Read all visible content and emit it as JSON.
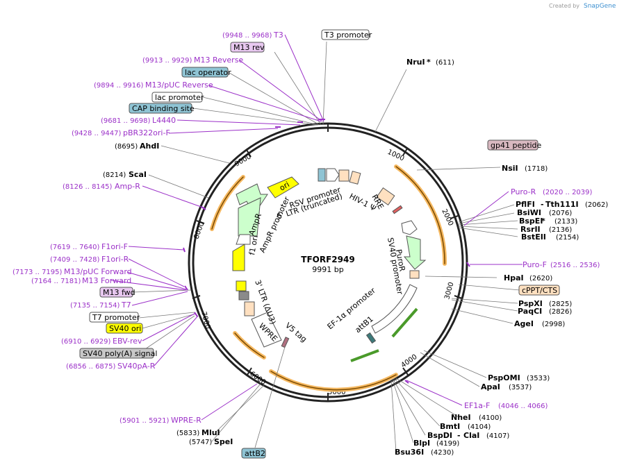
{
  "brand": {
    "created_by": "Created by",
    "name": "SnapGene"
  },
  "plasmid": {
    "name": "TFORF2949",
    "size": "9991 bp"
  },
  "ticks": [
    "1000",
    "2000",
    "3000",
    "4000",
    "5000",
    "6000",
    "7000",
    "8000",
    "9000"
  ],
  "sites": [
    {
      "name": "NruI",
      "star": " *",
      "coord": "(611)"
    },
    {
      "name": "NsiI",
      "coord": "(1718)"
    },
    {
      "name": "PflFI",
      "coord": "",
      "extra": "Tth111I",
      "extra_coord": "(2062)"
    },
    {
      "name": "BsiWI",
      "coord": "(2076)"
    },
    {
      "name": "BspEI",
      "star": " *",
      "coord": "(2133)"
    },
    {
      "name": "RsrII",
      "coord": "(2136)"
    },
    {
      "name": "BstEII",
      "coord": "(2154)"
    },
    {
      "name": "HpaI",
      "coord": "(2620)"
    },
    {
      "name": "PspXI",
      "coord": "(2825)"
    },
    {
      "name": "PaqCI",
      "coord": "(2826)"
    },
    {
      "name": "AgeI",
      "coord": "(2998)"
    },
    {
      "name": "PspOMI",
      "coord": "(3533)"
    },
    {
      "name": "ApaI",
      "coord": "(3537)"
    },
    {
      "name": "NheI",
      "coord": "(4100)"
    },
    {
      "name": "BmtI",
      "coord": "(4104)"
    },
    {
      "name": "BspDI",
      "coord": "",
      "extra": "ClaI",
      "extra_coord": "(4107)"
    },
    {
      "name": "BlpI",
      "coord": "(4199)"
    },
    {
      "name": "Bsu36I",
      "coord": "(4230)"
    },
    {
      "name": "MluI",
      "coord": "(5833)"
    },
    {
      "name": "SpeI",
      "coord": "(5747)"
    },
    {
      "name": "AhdI",
      "coord": "(8695)"
    },
    {
      "name": "ScaI",
      "coord": "(8214)"
    }
  ],
  "primers": [
    {
      "range": "(9948 .. 9968)",
      "name": "T3"
    },
    {
      "range": "(9913 .. 9929)",
      "name": "M13 Reverse"
    },
    {
      "range": "(9894 .. 9916)",
      "name": "M13/pUC Reverse"
    },
    {
      "range": "(9681 .. 9698)",
      "name": "L4440"
    },
    {
      "range": "(9428 .. 9447)",
      "name": "pBR322ori-F"
    },
    {
      "range": "(8126 .. 8145)",
      "name": "Amp-R"
    },
    {
      "range": "(7619 .. 7640)",
      "name": "F1ori-F"
    },
    {
      "range": "(7409 .. 7428)",
      "name": "F1ori-R"
    },
    {
      "range": "(7173 .. 7195)",
      "name": "M13/pUC Forward"
    },
    {
      "range": "(7164 .. 7181)",
      "name": "M13 Forward"
    },
    {
      "range": "(7135 .. 7154)",
      "name": "T7"
    },
    {
      "range": "(6910 .. 6929)",
      "name": "EBV-rev"
    },
    {
      "range": "(6856 .. 6875)",
      "name": "SV40pA-R"
    },
    {
      "range": "(5901 .. 5921)",
      "name": "WPRE-R"
    },
    {
      "range": "(2020 .. 2039)",
      "name": "Puro-R"
    },
    {
      "range": "(2516 .. 2536)",
      "name": "Puro-F"
    },
    {
      "range": "(4046 .. 4066)",
      "name": "EF1a-F"
    }
  ],
  "boxed_labels": {
    "t3_promoter": "T3 promoter",
    "m13_rev": "M13 rev",
    "lac_operator": "lac operator",
    "lac_promoter": "lac promoter",
    "cap_binding_site": "CAP binding site",
    "gp41_peptide": "gp41 peptide",
    "cppt_cts": "cPPT/CTS",
    "m13_fwd": "M13 fwd",
    "t7_promoter": "T7 promoter",
    "sv40_ori_out": "SV40 ori",
    "sv40_polya": "SV40 poly(A) signal",
    "attb2": "attB2"
  },
  "inner_labels": {
    "ori": "ori",
    "rsv_promoter": "RSV promoter",
    "five_ltr": "5' LTR (truncated)",
    "hiv_psi": "HIV-1 Ψ",
    "rre": "RRE",
    "ampr": "AmpR",
    "ampr_promoter": "AmpR promoter",
    "f1_ori": "f1 ori",
    "three_ltr": "3' LTR (ΔU3)",
    "wpre": "WPRE",
    "v5_tag": "V5 tag",
    "sv40_promoter": "SV40 promoter",
    "puror": "PuroR",
    "ef1a_promoter": "EF-1α promoter",
    "attb1": "attB1"
  },
  "colors": {
    "orf": "#f5b860",
    "primer": "#9b30c8",
    "ori_yellow": "#ffff00",
    "ampr_green": "#ccffcc",
    "peach": "#ffe0c0",
    "lac_teal": "#8fc4d4",
    "grey_box": "#c8c8c8"
  }
}
